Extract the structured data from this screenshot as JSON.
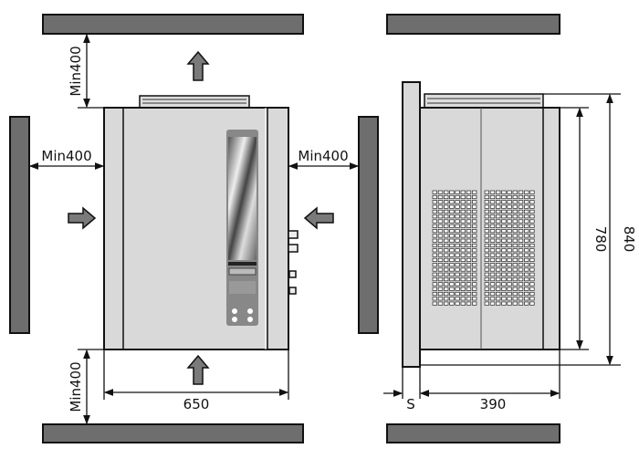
{
  "colors": {
    "wall": "#6e6e6e",
    "body": "#d9d9d9",
    "strip": "#cfcfcf",
    "line": "#111111",
    "arrow": "#7a7a7a"
  },
  "front_view": {
    "clearance_top": "Min400",
    "clearance_left": "Min400",
    "clearance_right": "Min400",
    "clearance_bottom": "Min400",
    "width": "650"
  },
  "side_view": {
    "gap": "S",
    "depth": "390",
    "body_height": "780",
    "total_height": "840"
  }
}
